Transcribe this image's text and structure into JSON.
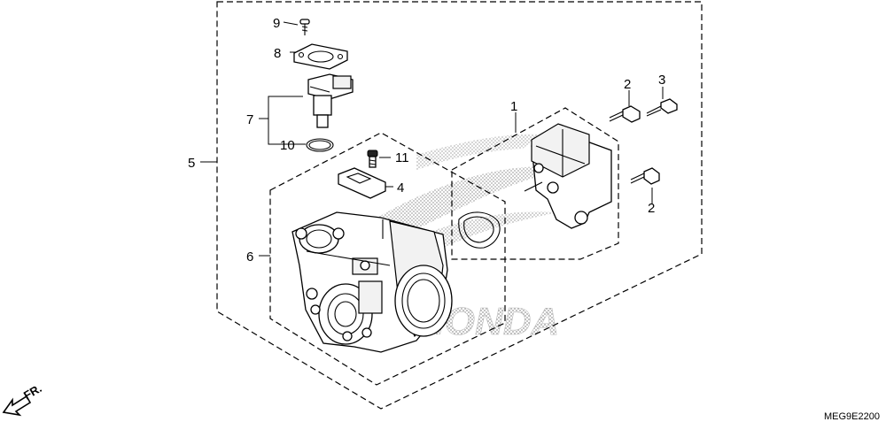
{
  "diagram": {
    "callouts": [
      {
        "id": "c1",
        "label": "1"
      },
      {
        "id": "c2a",
        "label": "2"
      },
      {
        "id": "c2b",
        "label": "2"
      },
      {
        "id": "c3",
        "label": "3"
      },
      {
        "id": "c4",
        "label": "4"
      },
      {
        "id": "c5",
        "label": "5"
      },
      {
        "id": "c6",
        "label": "6"
      },
      {
        "id": "c7",
        "label": "7"
      },
      {
        "id": "c8",
        "label": "8"
      },
      {
        "id": "c9",
        "label": "9"
      },
      {
        "id": "c10",
        "label": "10"
      },
      {
        "id": "c11",
        "label": "11"
      }
    ],
    "direction_label": "FR.",
    "diagram_code": "MEG9E2200",
    "watermark_text": "HONDA",
    "colors": {
      "ink": "#000000",
      "watermark": "#cfcfcf",
      "paper": "#ffffff"
    }
  }
}
